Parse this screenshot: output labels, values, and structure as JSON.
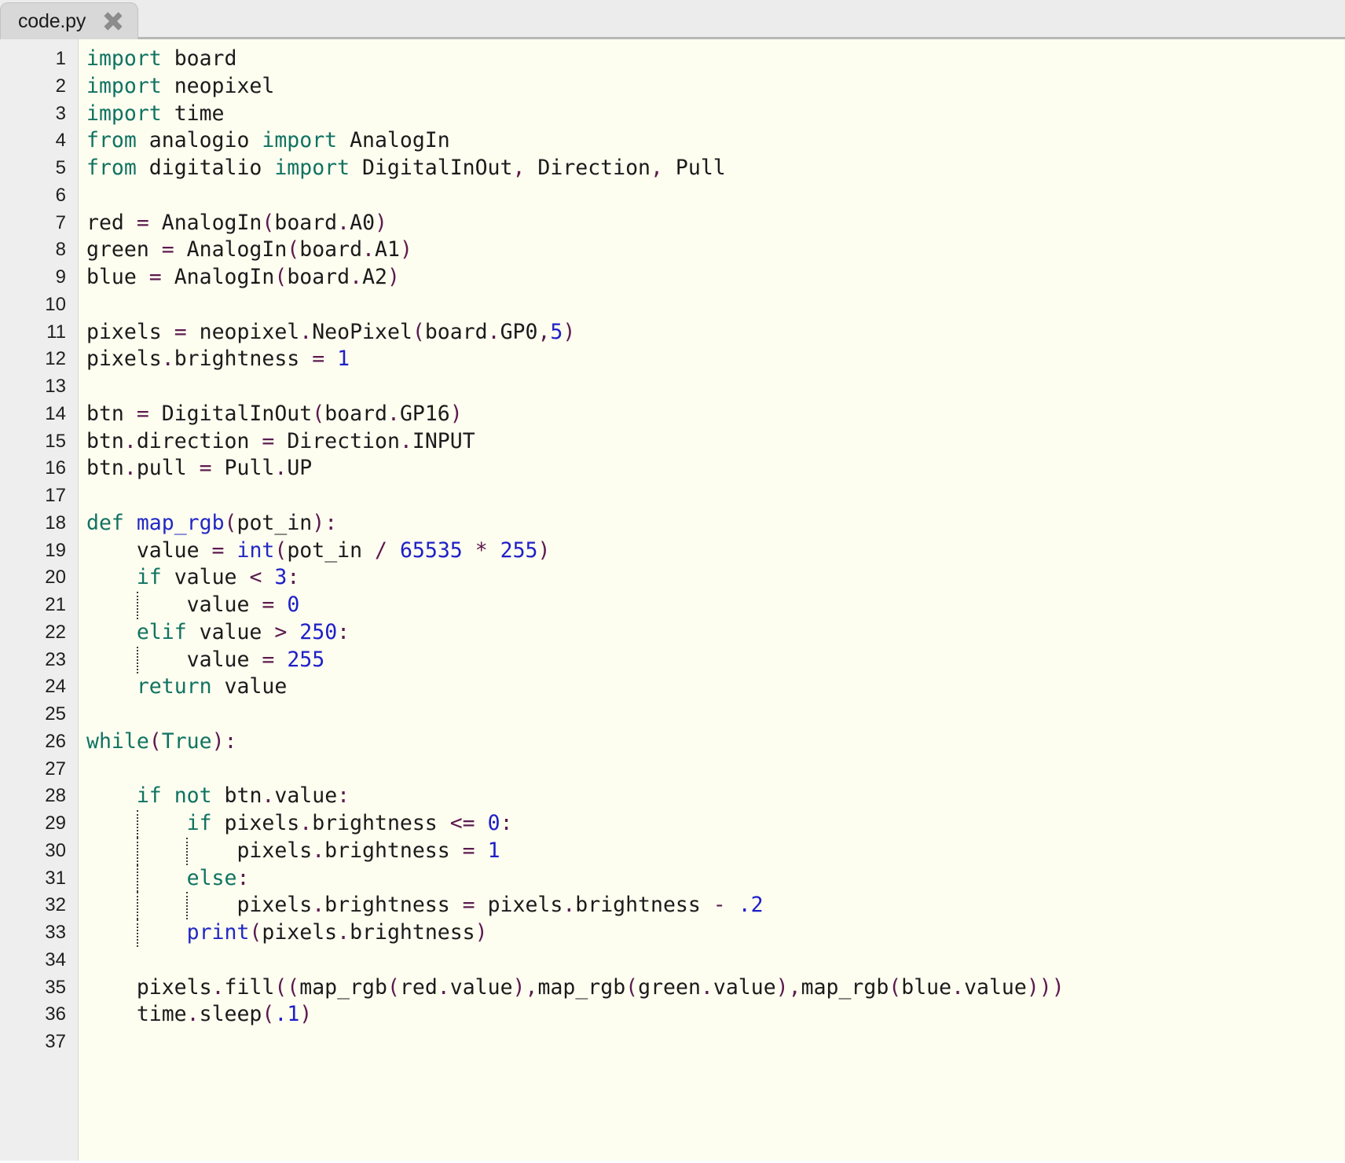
{
  "window": {
    "title": "code.py"
  },
  "tab": {
    "label": "code.py",
    "close_icon": "close-icon"
  },
  "colors": {
    "editor_background": "#fdfdf0",
    "gutter_background": "#eeeeee",
    "tabbar_background": "#ececec",
    "tab_active_background": "#d8d8d8",
    "keyword": "#107361",
    "builtin": "#2228c4",
    "number": "#1e1ec8",
    "operator": "#5c1a4e",
    "plain_text": "#1b1b1b",
    "indent_guide": "#3b3b3b"
  },
  "editor": {
    "language": "Python",
    "total_lines": 37,
    "first_visible_line": 1,
    "line_numbers": [
      "1",
      "2",
      "3",
      "4",
      "5",
      "6",
      "7",
      "8",
      "9",
      "10",
      "11",
      "12",
      "13",
      "14",
      "15",
      "16",
      "17",
      "18",
      "19",
      "20",
      "21",
      "22",
      "23",
      "24",
      "25",
      "26",
      "27",
      "28",
      "29",
      "30",
      "31",
      "32",
      "33",
      "34",
      "35",
      "36",
      "37"
    ],
    "lines": [
      {
        "n": 1,
        "guides": [],
        "tokens": [
          {
            "t": "import",
            "c": "kw"
          },
          {
            "t": " board",
            "c": "pl"
          }
        ]
      },
      {
        "n": 2,
        "guides": [],
        "tokens": [
          {
            "t": "import",
            "c": "kw"
          },
          {
            "t": " neopixel",
            "c": "pl"
          }
        ]
      },
      {
        "n": 3,
        "guides": [],
        "tokens": [
          {
            "t": "import",
            "c": "kw"
          },
          {
            "t": " time",
            "c": "pl"
          }
        ]
      },
      {
        "n": 4,
        "guides": [],
        "tokens": [
          {
            "t": "from",
            "c": "kw"
          },
          {
            "t": " analogio ",
            "c": "pl"
          },
          {
            "t": "import",
            "c": "kw"
          },
          {
            "t": " AnalogIn",
            "c": "pl"
          }
        ]
      },
      {
        "n": 5,
        "guides": [],
        "tokens": [
          {
            "t": "from",
            "c": "kw"
          },
          {
            "t": " digitalio ",
            "c": "pl"
          },
          {
            "t": "import",
            "c": "kw"
          },
          {
            "t": " DigitalInOut",
            "c": "pl"
          },
          {
            "t": ",",
            "c": "op"
          },
          {
            "t": " Direction",
            "c": "pl"
          },
          {
            "t": ",",
            "c": "op"
          },
          {
            "t": " Pull",
            "c": "pl"
          }
        ]
      },
      {
        "n": 6,
        "guides": [],
        "tokens": []
      },
      {
        "n": 7,
        "guides": [],
        "tokens": [
          {
            "t": "red ",
            "c": "pl"
          },
          {
            "t": "=",
            "c": "op"
          },
          {
            "t": " AnalogIn",
            "c": "pl"
          },
          {
            "t": "(",
            "c": "op"
          },
          {
            "t": "board",
            "c": "pl"
          },
          {
            "t": ".",
            "c": "op"
          },
          {
            "t": "A0",
            "c": "pl"
          },
          {
            "t": ")",
            "c": "op"
          }
        ]
      },
      {
        "n": 8,
        "guides": [],
        "tokens": [
          {
            "t": "green ",
            "c": "pl"
          },
          {
            "t": "=",
            "c": "op"
          },
          {
            "t": " AnalogIn",
            "c": "pl"
          },
          {
            "t": "(",
            "c": "op"
          },
          {
            "t": "board",
            "c": "pl"
          },
          {
            "t": ".",
            "c": "op"
          },
          {
            "t": "A1",
            "c": "pl"
          },
          {
            "t": ")",
            "c": "op"
          }
        ]
      },
      {
        "n": 9,
        "guides": [],
        "tokens": [
          {
            "t": "blue ",
            "c": "pl"
          },
          {
            "t": "=",
            "c": "op"
          },
          {
            "t": " AnalogIn",
            "c": "pl"
          },
          {
            "t": "(",
            "c": "op"
          },
          {
            "t": "board",
            "c": "pl"
          },
          {
            "t": ".",
            "c": "op"
          },
          {
            "t": "A2",
            "c": "pl"
          },
          {
            "t": ")",
            "c": "op"
          }
        ]
      },
      {
        "n": 10,
        "guides": [],
        "tokens": []
      },
      {
        "n": 11,
        "guides": [],
        "tokens": [
          {
            "t": "pixels ",
            "c": "pl"
          },
          {
            "t": "=",
            "c": "op"
          },
          {
            "t": " neopixel",
            "c": "pl"
          },
          {
            "t": ".",
            "c": "op"
          },
          {
            "t": "NeoPixel",
            "c": "pl"
          },
          {
            "t": "(",
            "c": "op"
          },
          {
            "t": "board",
            "c": "pl"
          },
          {
            "t": ".",
            "c": "op"
          },
          {
            "t": "GP0",
            "c": "pl"
          },
          {
            "t": ",",
            "c": "op"
          },
          {
            "t": "5",
            "c": "num"
          },
          {
            "t": ")",
            "c": "op"
          }
        ]
      },
      {
        "n": 12,
        "guides": [],
        "tokens": [
          {
            "t": "pixels",
            "c": "pl"
          },
          {
            "t": ".",
            "c": "op"
          },
          {
            "t": "brightness ",
            "c": "pl"
          },
          {
            "t": "=",
            "c": "op"
          },
          {
            "t": " ",
            "c": "pl"
          },
          {
            "t": "1",
            "c": "num"
          }
        ]
      },
      {
        "n": 13,
        "guides": [],
        "tokens": []
      },
      {
        "n": 14,
        "guides": [],
        "tokens": [
          {
            "t": "btn ",
            "c": "pl"
          },
          {
            "t": "=",
            "c": "op"
          },
          {
            "t": " DigitalInOut",
            "c": "pl"
          },
          {
            "t": "(",
            "c": "op"
          },
          {
            "t": "board",
            "c": "pl"
          },
          {
            "t": ".",
            "c": "op"
          },
          {
            "t": "GP16",
            "c": "pl"
          },
          {
            "t": ")",
            "c": "op"
          }
        ]
      },
      {
        "n": 15,
        "guides": [],
        "tokens": [
          {
            "t": "btn",
            "c": "pl"
          },
          {
            "t": ".",
            "c": "op"
          },
          {
            "t": "direction ",
            "c": "pl"
          },
          {
            "t": "=",
            "c": "op"
          },
          {
            "t": " Direction",
            "c": "pl"
          },
          {
            "t": ".",
            "c": "op"
          },
          {
            "t": "INPUT",
            "c": "pl"
          }
        ]
      },
      {
        "n": 16,
        "guides": [],
        "tokens": [
          {
            "t": "btn",
            "c": "pl"
          },
          {
            "t": ".",
            "c": "op"
          },
          {
            "t": "pull ",
            "c": "pl"
          },
          {
            "t": "=",
            "c": "op"
          },
          {
            "t": " Pull",
            "c": "pl"
          },
          {
            "t": ".",
            "c": "op"
          },
          {
            "t": "UP",
            "c": "pl"
          }
        ]
      },
      {
        "n": 17,
        "guides": [],
        "tokens": []
      },
      {
        "n": 18,
        "guides": [],
        "tokens": [
          {
            "t": "def",
            "c": "kw"
          },
          {
            "t": " ",
            "c": "pl"
          },
          {
            "t": "map_rgb",
            "c": "bi"
          },
          {
            "t": "(",
            "c": "op"
          },
          {
            "t": "pot_in",
            "c": "pl"
          },
          {
            "t": ")",
            "c": "op"
          },
          {
            "t": ":",
            "c": "op"
          }
        ]
      },
      {
        "n": 19,
        "guides": [],
        "tokens": [
          {
            "t": "    value ",
            "c": "pl"
          },
          {
            "t": "=",
            "c": "op"
          },
          {
            "t": " ",
            "c": "pl"
          },
          {
            "t": "int",
            "c": "bi"
          },
          {
            "t": "(",
            "c": "op"
          },
          {
            "t": "pot_in ",
            "c": "pl"
          },
          {
            "t": "/",
            "c": "op"
          },
          {
            "t": " ",
            "c": "pl"
          },
          {
            "t": "65535",
            "c": "num"
          },
          {
            "t": " ",
            "c": "pl"
          },
          {
            "t": "*",
            "c": "op"
          },
          {
            "t": " ",
            "c": "pl"
          },
          {
            "t": "255",
            "c": "num"
          },
          {
            "t": ")",
            "c": "op"
          }
        ]
      },
      {
        "n": 20,
        "guides": [],
        "tokens": [
          {
            "t": "    ",
            "c": "pl"
          },
          {
            "t": "if",
            "c": "kw"
          },
          {
            "t": " value ",
            "c": "pl"
          },
          {
            "t": "<",
            "c": "op"
          },
          {
            "t": " ",
            "c": "pl"
          },
          {
            "t": "3",
            "c": "num"
          },
          {
            "t": ":",
            "c": "op"
          }
        ]
      },
      {
        "n": 21,
        "guides": [
          4
        ],
        "tokens": [
          {
            "t": "        value ",
            "c": "pl"
          },
          {
            "t": "=",
            "c": "op"
          },
          {
            "t": " ",
            "c": "pl"
          },
          {
            "t": "0",
            "c": "num"
          }
        ]
      },
      {
        "n": 22,
        "guides": [],
        "tokens": [
          {
            "t": "    ",
            "c": "pl"
          },
          {
            "t": "elif",
            "c": "kw"
          },
          {
            "t": " value ",
            "c": "pl"
          },
          {
            "t": ">",
            "c": "op"
          },
          {
            "t": " ",
            "c": "pl"
          },
          {
            "t": "250",
            "c": "num"
          },
          {
            "t": ":",
            "c": "op"
          }
        ]
      },
      {
        "n": 23,
        "guides": [
          4
        ],
        "tokens": [
          {
            "t": "        value ",
            "c": "pl"
          },
          {
            "t": "=",
            "c": "op"
          },
          {
            "t": " ",
            "c": "pl"
          },
          {
            "t": "255",
            "c": "num"
          }
        ]
      },
      {
        "n": 24,
        "guides": [],
        "tokens": [
          {
            "t": "    ",
            "c": "pl"
          },
          {
            "t": "return",
            "c": "kw"
          },
          {
            "t": " value",
            "c": "pl"
          }
        ]
      },
      {
        "n": 25,
        "guides": [],
        "tokens": []
      },
      {
        "n": 26,
        "guides": [],
        "tokens": [
          {
            "t": "while",
            "c": "kw"
          },
          {
            "t": "(",
            "c": "op"
          },
          {
            "t": "True",
            "c": "kw"
          },
          {
            "t": ")",
            "c": "op"
          },
          {
            "t": ":",
            "c": "op"
          }
        ]
      },
      {
        "n": 27,
        "guides": [],
        "tokens": []
      },
      {
        "n": 28,
        "guides": [],
        "tokens": [
          {
            "t": "    ",
            "c": "pl"
          },
          {
            "t": "if",
            "c": "kw"
          },
          {
            "t": " ",
            "c": "pl"
          },
          {
            "t": "not",
            "c": "kw"
          },
          {
            "t": " btn",
            "c": "pl"
          },
          {
            "t": ".",
            "c": "op"
          },
          {
            "t": "value",
            "c": "pl"
          },
          {
            "t": ":",
            "c": "op"
          }
        ]
      },
      {
        "n": 29,
        "guides": [
          4
        ],
        "tokens": [
          {
            "t": "        ",
            "c": "pl"
          },
          {
            "t": "if",
            "c": "kw"
          },
          {
            "t": " pixels",
            "c": "pl"
          },
          {
            "t": ".",
            "c": "op"
          },
          {
            "t": "brightness ",
            "c": "pl"
          },
          {
            "t": "<=",
            "c": "op"
          },
          {
            "t": " ",
            "c": "pl"
          },
          {
            "t": "0",
            "c": "num"
          },
          {
            "t": ":",
            "c": "op"
          }
        ]
      },
      {
        "n": 30,
        "guides": [
          4,
          8
        ],
        "tokens": [
          {
            "t": "            pixels",
            "c": "pl"
          },
          {
            "t": ".",
            "c": "op"
          },
          {
            "t": "brightness ",
            "c": "pl"
          },
          {
            "t": "=",
            "c": "op"
          },
          {
            "t": " ",
            "c": "pl"
          },
          {
            "t": "1",
            "c": "num"
          }
        ]
      },
      {
        "n": 31,
        "guides": [
          4
        ],
        "tokens": [
          {
            "t": "        ",
            "c": "pl"
          },
          {
            "t": "else",
            "c": "kw"
          },
          {
            "t": ":",
            "c": "op"
          }
        ]
      },
      {
        "n": 32,
        "guides": [
          4,
          8
        ],
        "tokens": [
          {
            "t": "            pixels",
            "c": "pl"
          },
          {
            "t": ".",
            "c": "op"
          },
          {
            "t": "brightness ",
            "c": "pl"
          },
          {
            "t": "=",
            "c": "op"
          },
          {
            "t": " pixels",
            "c": "pl"
          },
          {
            "t": ".",
            "c": "op"
          },
          {
            "t": "brightness ",
            "c": "pl"
          },
          {
            "t": "-",
            "c": "op"
          },
          {
            "t": " ",
            "c": "pl"
          },
          {
            "t": ".2",
            "c": "num"
          }
        ]
      },
      {
        "n": 33,
        "guides": [
          4
        ],
        "tokens": [
          {
            "t": "        ",
            "c": "pl"
          },
          {
            "t": "print",
            "c": "bi"
          },
          {
            "t": "(",
            "c": "op"
          },
          {
            "t": "pixels",
            "c": "pl"
          },
          {
            "t": ".",
            "c": "op"
          },
          {
            "t": "brightness",
            "c": "pl"
          },
          {
            "t": ")",
            "c": "op"
          }
        ]
      },
      {
        "n": 34,
        "guides": [],
        "tokens": []
      },
      {
        "n": 35,
        "guides": [],
        "tokens": [
          {
            "t": "    pixels",
            "c": "pl"
          },
          {
            "t": ".",
            "c": "op"
          },
          {
            "t": "fill",
            "c": "pl"
          },
          {
            "t": "((",
            "c": "op"
          },
          {
            "t": "map_rgb",
            "c": "pl"
          },
          {
            "t": "(",
            "c": "op"
          },
          {
            "t": "red",
            "c": "pl"
          },
          {
            "t": ".",
            "c": "op"
          },
          {
            "t": "value",
            "c": "pl"
          },
          {
            "t": ")",
            "c": "op"
          },
          {
            "t": ",",
            "c": "op"
          },
          {
            "t": "map_rgb",
            "c": "pl"
          },
          {
            "t": "(",
            "c": "op"
          },
          {
            "t": "green",
            "c": "pl"
          },
          {
            "t": ".",
            "c": "op"
          },
          {
            "t": "value",
            "c": "pl"
          },
          {
            "t": ")",
            "c": "op"
          },
          {
            "t": ",",
            "c": "op"
          },
          {
            "t": "map_rgb",
            "c": "pl"
          },
          {
            "t": "(",
            "c": "op"
          },
          {
            "t": "blue",
            "c": "pl"
          },
          {
            "t": ".",
            "c": "op"
          },
          {
            "t": "value",
            "c": "pl"
          },
          {
            "t": ")))",
            "c": "op"
          }
        ]
      },
      {
        "n": 36,
        "guides": [],
        "tokens": [
          {
            "t": "    time",
            "c": "pl"
          },
          {
            "t": ".",
            "c": "op"
          },
          {
            "t": "sleep",
            "c": "pl"
          },
          {
            "t": "(",
            "c": "op"
          },
          {
            "t": ".1",
            "c": "num"
          },
          {
            "t": ")",
            "c": "op"
          }
        ]
      },
      {
        "n": 37,
        "guides": [],
        "tokens": []
      }
    ],
    "plain_text": "import board\nimport neopixel\nimport time\nfrom analogio import AnalogIn\nfrom digitalio import DigitalInOut, Direction, Pull\n\nred = AnalogIn(board.A0)\ngreen = AnalogIn(board.A1)\nblue = AnalogIn(board.A2)\n\npixels = neopixel.NeoPixel(board.GP0,5)\npixels.brightness = 1\n\nbtn = DigitalInOut(board.GP16)\nbtn.direction = Direction.INPUT\nbtn.pull = Pull.UP\n\ndef map_rgb(pot_in):\n    value = int(pot_in / 65535 * 255)\n    if value < 3:\n        value = 0\n    elif value > 250:\n        value = 255\n    return value\n\nwhile(True):\n\n    if not btn.value:\n        if pixels.brightness <= 0:\n            pixels.brightness = 1\n        else:\n            pixels.brightness = pixels.brightness - .2\n        print(pixels.brightness)\n\n    pixels.fill((map_rgb(red.value),map_rgb(green.value),map_rgb(blue.value)))\n    time.sleep(.1)\n"
  }
}
